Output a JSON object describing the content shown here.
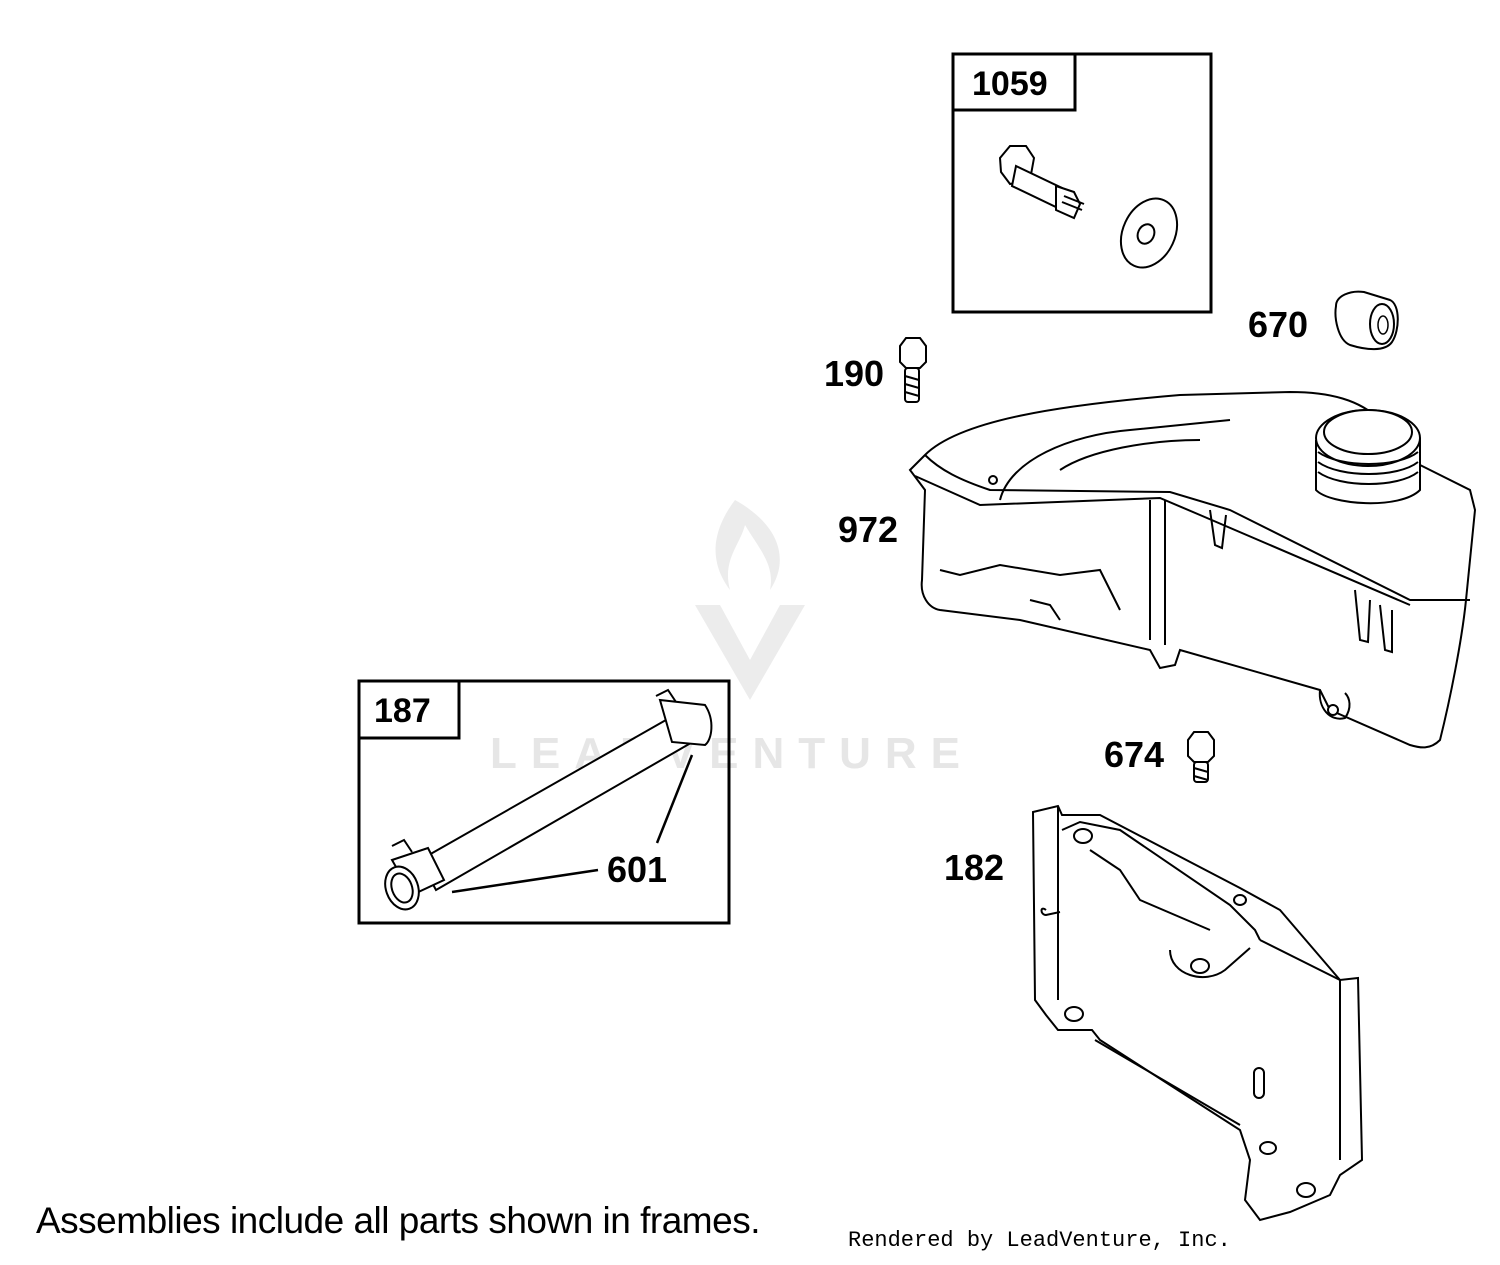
{
  "diagram": {
    "frames": [
      {
        "id": "frame-1059",
        "label": "1059"
      },
      {
        "id": "frame-187",
        "label": "187"
      }
    ],
    "callouts": [
      "670",
      "190",
      "972",
      "674",
      "182",
      "601"
    ],
    "watermark": "LEADVENTURE"
  },
  "footer": {
    "note": "Assemblies include all parts shown in frames.",
    "credit": "Rendered by LeadVenture, Inc."
  }
}
